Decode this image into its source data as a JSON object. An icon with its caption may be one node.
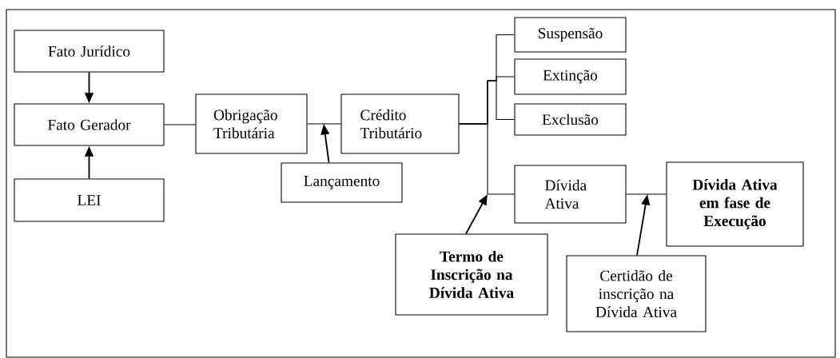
{
  "diagram": {
    "nodes": [
      {
        "text": [
          "Fato Jurídico"
        ]
      },
      {
        "text": [
          "Fato Gerador"
        ]
      },
      {
        "text": [
          "LEI"
        ]
      },
      {
        "text": [
          "Obrigação Tributária"
        ]
      },
      {
        "text": [
          "Crédito Tributário"
        ]
      },
      {
        "text": [
          "Lançamento"
        ]
      },
      {
        "text": [
          "Suspensão"
        ]
      },
      {
        "text": [
          "Extinção"
        ]
      },
      {
        "text": [
          "Exclusão"
        ]
      },
      {
        "text": [
          "Dívida Ativa"
        ]
      },
      {
        "text": [
          "Dívida Ativa em fase de Execução"
        ]
      },
      {
        "text": [
          "Termo de Inscrição na Dívida Ativa"
        ]
      },
      {
        "text": [
          "Certidão de inscrição na Dívida Ativa"
        ]
      }
    ],
    "edges": [
      {
        "from": 0,
        "to": 1,
        "arrow": "to"
      },
      {
        "from": 2,
        "to": 1,
        "arrow": "to"
      },
      {
        "from": 1,
        "to": 3,
        "arrow": "none"
      },
      {
        "from": 3,
        "to": 4,
        "arrow": "none"
      },
      {
        "from": 5,
        "to": null,
        "arrow": "to"
      },
      {
        "from": 4,
        "to": 6,
        "arrow": "none"
      },
      {
        "from": 4,
        "to": 7,
        "arrow": "none"
      },
      {
        "from": 4,
        "to": 8,
        "arrow": "none"
      },
      {
        "from": 4,
        "to": 9,
        "arrow": "none"
      },
      {
        "from": 11,
        "to": null,
        "arrow": "to"
      },
      {
        "from": 9,
        "to": 10,
        "arrow": "none"
      },
      {
        "from": 12,
        "to": null,
        "arrow": "to"
      }
    ]
  }
}
